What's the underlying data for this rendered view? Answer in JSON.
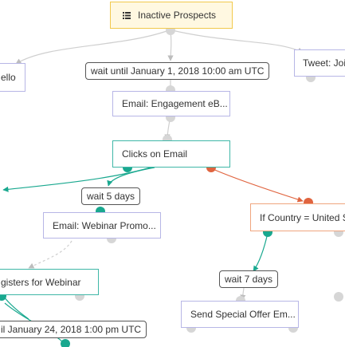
{
  "colors": {
    "connector_default": "#cfcfcf",
    "connector_yes": "#19a88f",
    "connector_no": "#e0643f",
    "port_default": "#d6d6d6"
  },
  "trigger": {
    "icon": "list-icon",
    "label": "Inactive Prospects"
  },
  "nodes": {
    "hello_partial": "ello",
    "tweet_partial": "Tweet: Joi",
    "email_engagement": "Email: Engagement eB...",
    "clicks_on_email": "Clicks on Email",
    "email_webinar_promo": "Email: Webinar Promo...",
    "if_country": "If Country = United S",
    "registers_for_webinar": "gisters for Webinar",
    "send_special_offer": "Send Special Offer Em..."
  },
  "waits": {
    "wait_until_jan1": "wait until January 1, 2018 10:00 am UTC",
    "wait_5_days": "wait 5 days",
    "wait_7_days": "wait 7 days",
    "wait_until_jan24": "il January 24, 2018 1:00 pm UTC"
  }
}
